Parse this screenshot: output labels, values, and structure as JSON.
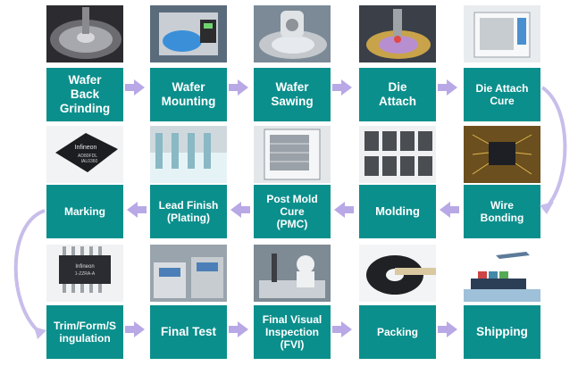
{
  "steps": [
    {
      "id": "wafer-back-grinding",
      "label": "Wafer\nBack\nGrinding",
      "font": 13.5
    },
    {
      "id": "wafer-mounting",
      "label": "Wafer\nMounting",
      "font": 13.5
    },
    {
      "id": "wafer-sawing",
      "label": "Wafer\nSawing",
      "font": 13.5
    },
    {
      "id": "die-attach",
      "label": "Die\nAttach",
      "font": 13.5
    },
    {
      "id": "die-attach-cure",
      "label": "Die Attach\nCure",
      "font": 12
    },
    {
      "id": "wire-bonding",
      "label": "Wire\nBonding",
      "font": 12
    },
    {
      "id": "molding",
      "label": "Molding",
      "font": 13
    },
    {
      "id": "post-mold-cure",
      "label": "Post Mold\nCure\n(PMC)",
      "font": 12
    },
    {
      "id": "lead-finish",
      "label": "Lead Finish\n(Plating)",
      "font": 12
    },
    {
      "id": "marking",
      "label": "Marking",
      "font": 12
    },
    {
      "id": "trim-form-singulation",
      "label": "Trim/Form/S\ningulation",
      "font": 12
    },
    {
      "id": "final-test",
      "label": "Final Test",
      "font": 13.5
    },
    {
      "id": "final-visual-inspection",
      "label": "Final Visual\nInspection\n(FVI)",
      "font": 12
    },
    {
      "id": "packing",
      "label": "Packing",
      "font": 12
    },
    {
      "id": "shipping",
      "label": "Shipping",
      "font": 13.5
    }
  ],
  "colors": {
    "label_bg": "#0b8f8c",
    "label_text": "#ffffff",
    "arrow": "#b8a8e6"
  },
  "chip_text": {
    "brand": "Infineon",
    "part1": "AD80FDL",
    "part2": "IAL0360",
    "part3": "1-ZZRA-A"
  }
}
